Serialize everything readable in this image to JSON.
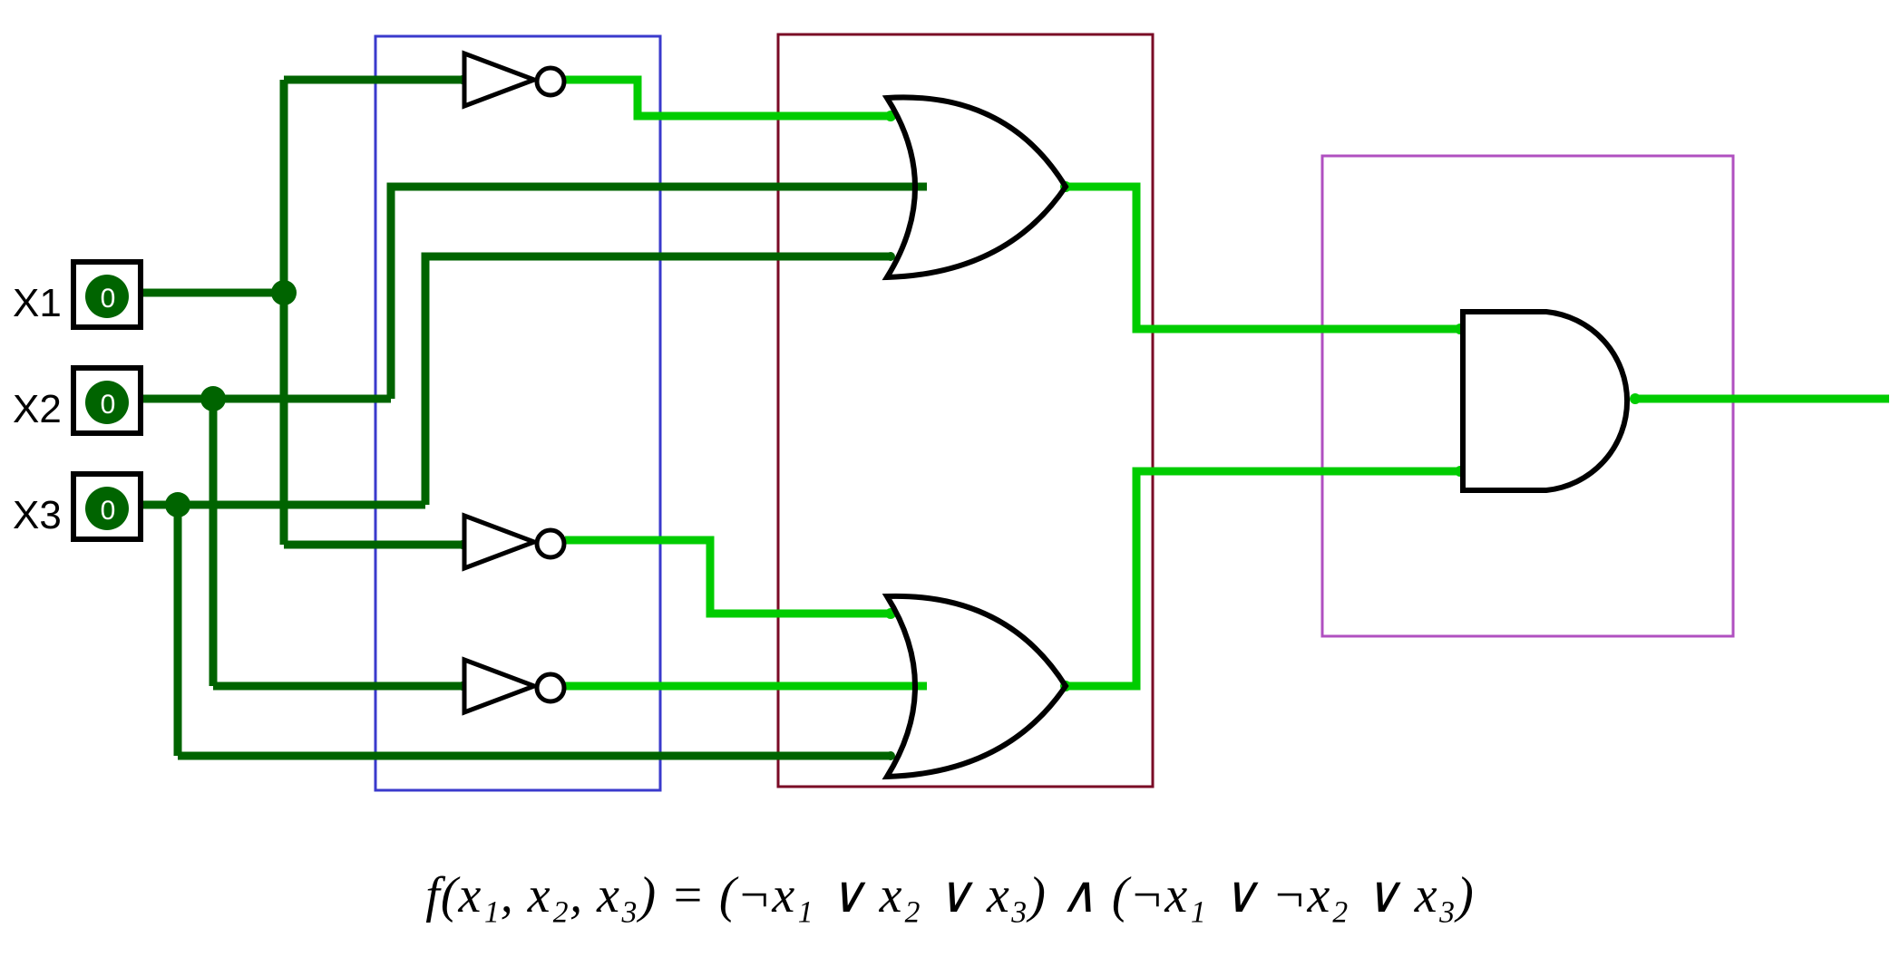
{
  "inputs": [
    {
      "label": "X1",
      "value": "0"
    },
    {
      "label": "X2",
      "value": "0"
    },
    {
      "label": "X3",
      "value": "0"
    }
  ],
  "formula": "f(x₁, x₂, x₃) =  (¬x₁ ∨ x₂ ∨ x₃)  ∧ (¬x₁ ∨ ¬x₂ ∨ x₃)",
  "colors": {
    "wire_low": "#006400",
    "wire_high": "#00cc00",
    "gate_stroke": "#000000",
    "box_not": "#3a3acc",
    "box_or": "#7a0a25",
    "box_and": "#b050c0"
  }
}
